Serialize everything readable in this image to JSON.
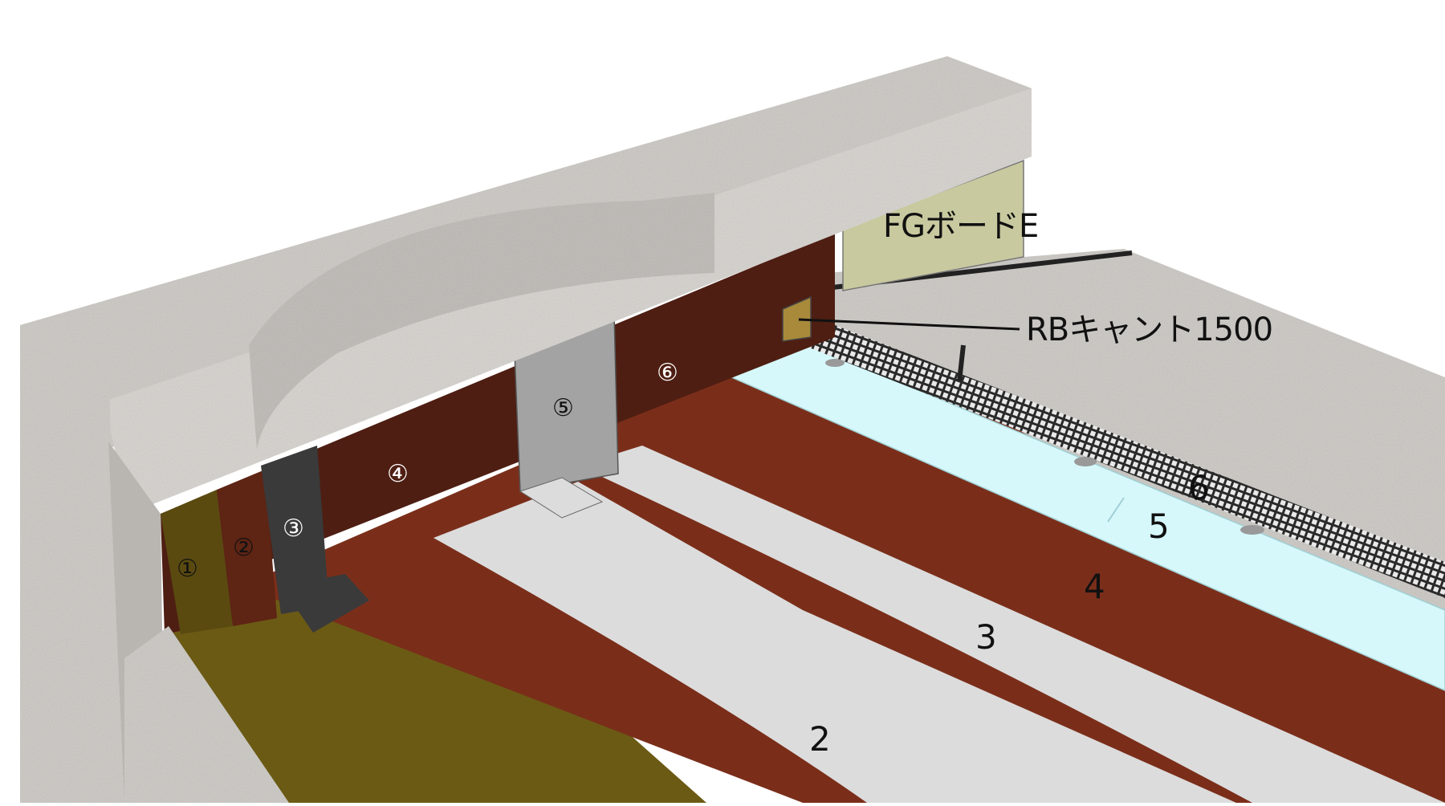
{
  "callouts": {
    "fg_board": "FGボードE",
    "rb_cant": "RBキャント1500"
  },
  "wall_labels": [
    "①",
    "②",
    "③",
    "④",
    "⑤",
    "⑥"
  ],
  "floor_labels": [
    "2",
    "3",
    "4",
    "5",
    "6"
  ],
  "colors": {
    "concrete": "#c9c6c1",
    "primer_olive": "#6b5a14",
    "membrane_brown": "#7a2e1a",
    "dark_brown": "#4e1e12",
    "light_sheet": "#dcdcdc",
    "insulation_cyan": "#d6f8fb",
    "mesh": "#2a2a2a",
    "fg_board": "#c9c9a0",
    "cant_strip": "#a88a3a"
  }
}
